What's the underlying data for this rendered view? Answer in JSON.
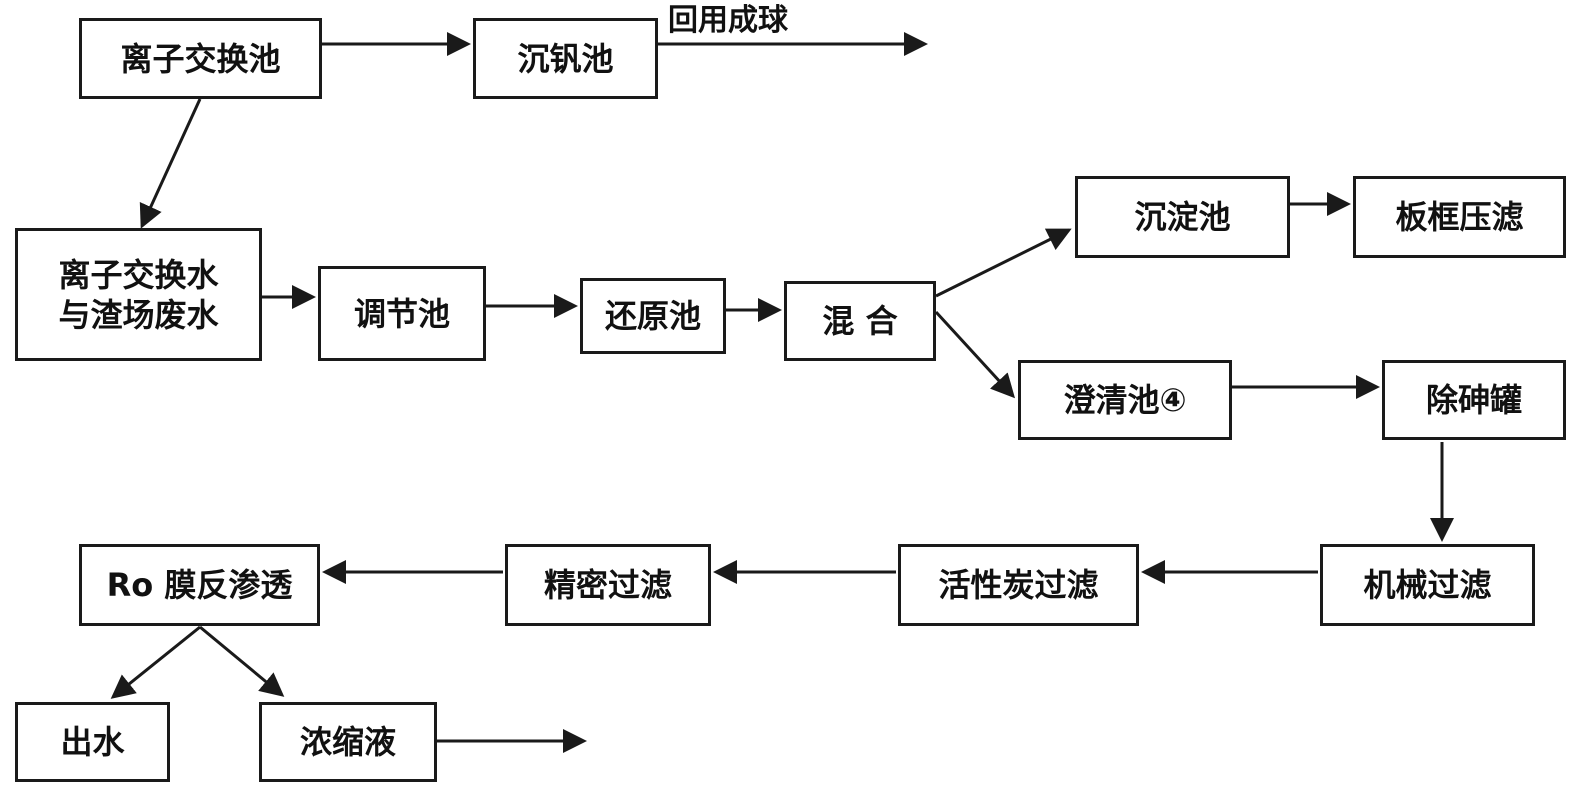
{
  "nodes": {
    "ion_exchange_tank": "离子交换池",
    "vanadium_precip_tank": "沉钒池",
    "ion_water_and_slag_wastewater": "离子交换水\n与渣场废水",
    "regulating_tank": "调节池",
    "reduction_tank": "还原池",
    "mixing": "混  合",
    "sedimentation_tank": "沉淀池",
    "plate_frame_filter": "板框压滤",
    "clarifier": "澄清池④",
    "arsenic_removal_tank": "除砷罐",
    "mechanical_filter": "机械过滤",
    "activated_carbon_filter": "活性炭过滤",
    "precision_filter": "精密过滤",
    "ro_membrane": "Ro 膜反渗透",
    "effluent": "出水",
    "concentrate": "浓缩液"
  },
  "labels": {
    "recycle_to_pellets": "回用成球"
  },
  "edges": [
    {
      "from": "ion_exchange_tank",
      "to": "vanadium_precip_tank"
    },
    {
      "from": "vanadium_precip_tank",
      "to": "outlet",
      "label": "recycle_to_pellets"
    },
    {
      "from": "ion_exchange_tank",
      "to": "ion_water_and_slag_wastewater"
    },
    {
      "from": "ion_water_and_slag_wastewater",
      "to": "regulating_tank"
    },
    {
      "from": "regulating_tank",
      "to": "reduction_tank"
    },
    {
      "from": "reduction_tank",
      "to": "mixing"
    },
    {
      "from": "mixing",
      "to": "sedimentation_tank"
    },
    {
      "from": "sedimentation_tank",
      "to": "plate_frame_filter"
    },
    {
      "from": "mixing",
      "to": "clarifier"
    },
    {
      "from": "clarifier",
      "to": "arsenic_removal_tank"
    },
    {
      "from": "arsenic_removal_tank",
      "to": "mechanical_filter"
    },
    {
      "from": "mechanical_filter",
      "to": "activated_carbon_filter"
    },
    {
      "from": "activated_carbon_filter",
      "to": "precision_filter"
    },
    {
      "from": "precision_filter",
      "to": "ro_membrane"
    },
    {
      "from": "ro_membrane",
      "to": "effluent"
    },
    {
      "from": "ro_membrane",
      "to": "concentrate"
    },
    {
      "from": "concentrate",
      "to": "outlet"
    }
  ]
}
